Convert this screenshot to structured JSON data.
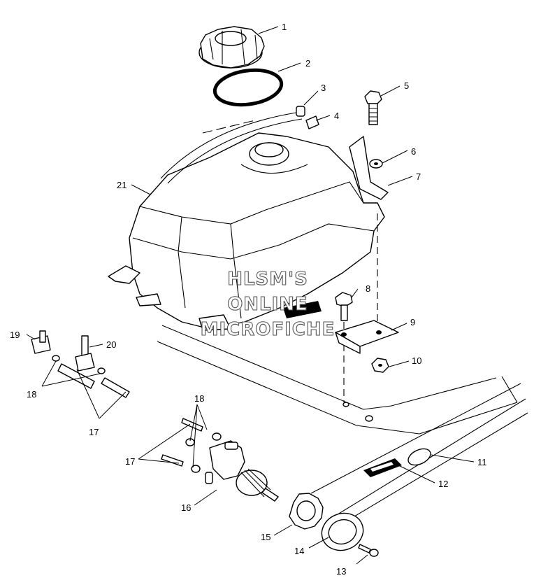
{
  "watermark": {
    "line1": "HLSM'S",
    "line2": "ONLINE",
    "line3": "MICROFICHE"
  },
  "callouts": [
    {
      "id": "c1",
      "label": "1"
    },
    {
      "id": "c2",
      "label": "2"
    },
    {
      "id": "c3",
      "label": "3"
    },
    {
      "id": "c4",
      "label": "4"
    },
    {
      "id": "c5",
      "label": "5"
    },
    {
      "id": "c6",
      "label": "6"
    },
    {
      "id": "c7",
      "label": "7"
    },
    {
      "id": "c8",
      "label": "8"
    },
    {
      "id": "c9",
      "label": "9"
    },
    {
      "id": "c10",
      "label": "10"
    },
    {
      "id": "c11",
      "label": "11"
    },
    {
      "id": "c12",
      "label": "12"
    },
    {
      "id": "c13",
      "label": "13"
    },
    {
      "id": "c14",
      "label": "14"
    },
    {
      "id": "c15",
      "label": "15"
    },
    {
      "id": "c16",
      "label": "16"
    },
    {
      "id": "c17a",
      "label": "17"
    },
    {
      "id": "c17b",
      "label": "17"
    },
    {
      "id": "c18a",
      "label": "18"
    },
    {
      "id": "c18b",
      "label": "18"
    },
    {
      "id": "c19",
      "label": "19"
    },
    {
      "id": "c20",
      "label": "20"
    },
    {
      "id": "c21",
      "label": "21"
    }
  ]
}
